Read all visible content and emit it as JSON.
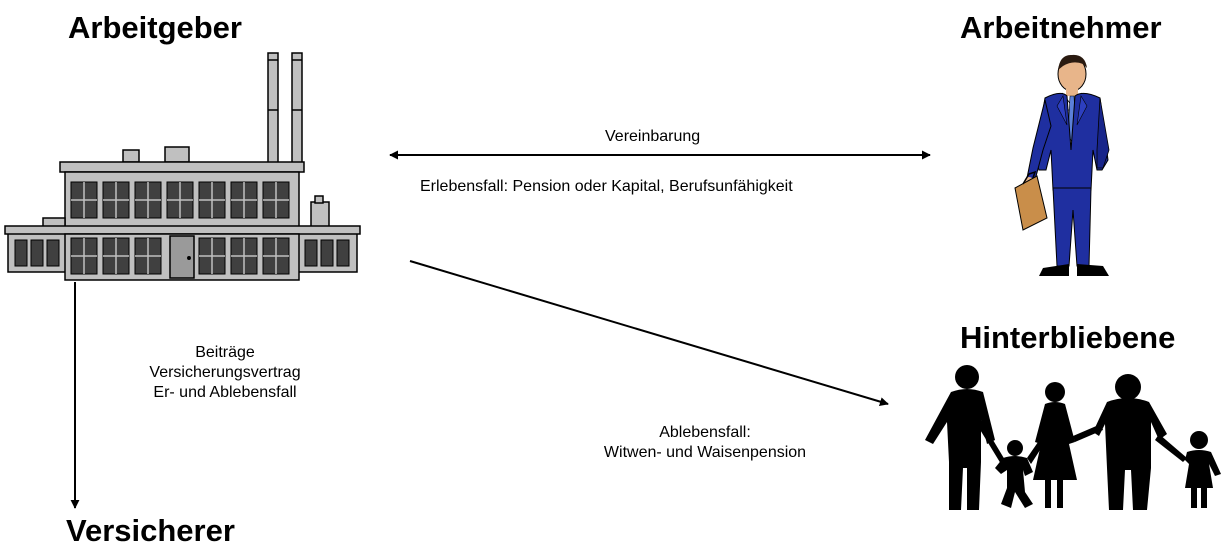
{
  "titles": {
    "employer": "Arbeitgeber",
    "employee": "Arbeitnehmer",
    "survivors": "Hinterbliebene",
    "insurer": "Versicherer"
  },
  "labels": {
    "agreement": "Vereinbarung",
    "benefit": "Erlebensfall: Pension oder Kapital, Berufsunfähigkeit",
    "contributions": [
      "Beiträge",
      "Versicherungsvertrag",
      "Er- und Ablebensfall"
    ],
    "death_case": [
      "Ablebensfall:",
      "Witwen- und Waisenpension"
    ]
  },
  "colors": {
    "factory_fill": "#c0c0c0",
    "factory_window": "#404040",
    "suit": "#1f2fa0",
    "silhouette": "#000000",
    "arrow": "#000000"
  },
  "icons": [
    "factory-icon",
    "businessman-icon",
    "family-silhouette-icon"
  ]
}
